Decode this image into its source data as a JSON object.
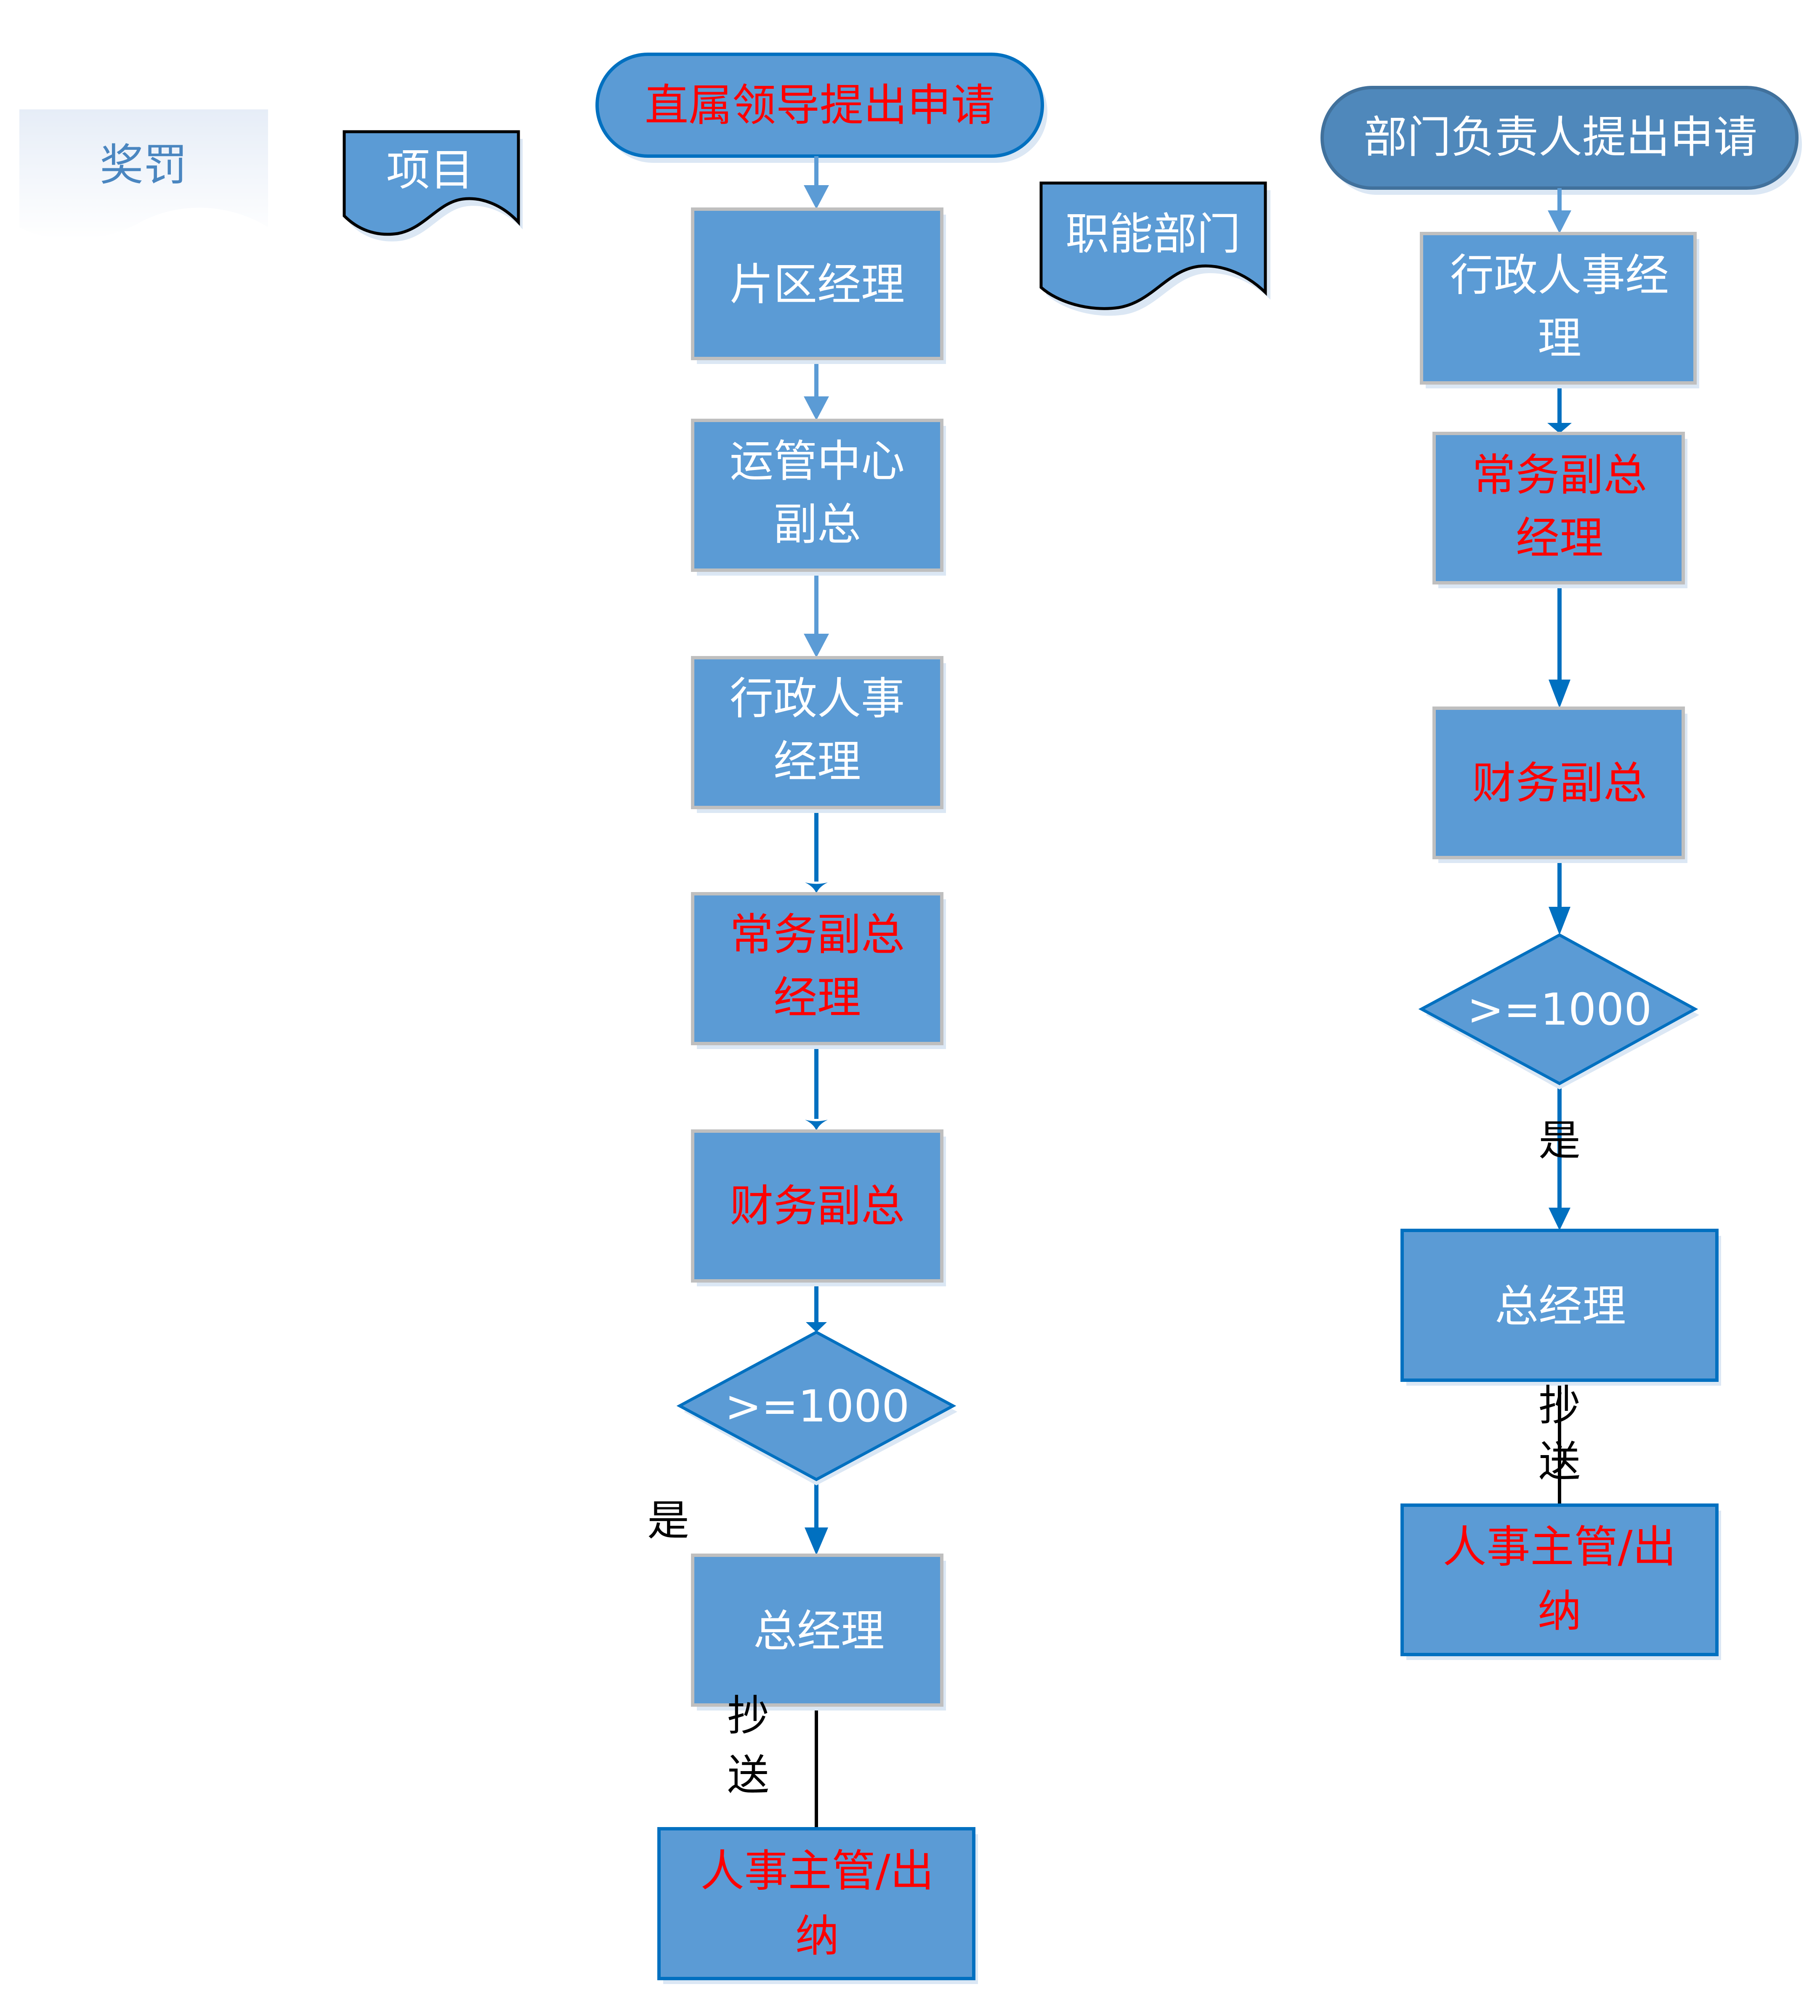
{
  "colors": {
    "node_fill": "#5b9bd5",
    "node_border_gray": "#bfbfbf",
    "node_border_blue": "#0070c0",
    "highlight_text": "#ff0000",
    "normal_text": "#ffffff",
    "title_text": "#4a86c0",
    "edge_label_text": "#000000"
  },
  "header": {
    "title": "奖罚",
    "category_project": "项目",
    "category_functional": "职能部门"
  },
  "flow_project": {
    "start": "直属领导提出申请",
    "steps": [
      {
        "lines": [
          "片区经理"
        ],
        "highlight": false
      },
      {
        "lines": [
          "运管中心",
          "副总"
        ],
        "highlight": false
      },
      {
        "lines": [
          "行政人事",
          "经理"
        ],
        "highlight": false
      },
      {
        "lines": [
          "常务副总",
          "经理"
        ],
        "highlight": true
      },
      {
        "lines": [
          "财务副总"
        ],
        "highlight": true
      }
    ],
    "decision": ">=1000",
    "yes_label": "是",
    "approve": {
      "lines": [
        "总经理"
      ],
      "highlight": false
    },
    "cc_label": [
      "抄",
      "送"
    ],
    "cc_target": {
      "lines": [
        "人事主管/出",
        "纳"
      ],
      "highlight": true
    }
  },
  "flow_functional": {
    "start": "部门负责人提出申请",
    "steps": [
      {
        "lines": [
          "行政人事经",
          "理"
        ],
        "highlight": false
      },
      {
        "lines": [
          "常务副总",
          "经理"
        ],
        "highlight": true
      },
      {
        "lines": [
          "财务副总"
        ],
        "highlight": true
      }
    ],
    "decision": ">=1000",
    "yes_label": "是",
    "approve": {
      "lines": [
        "总经理"
      ],
      "highlight": false
    },
    "cc_label": [
      "抄",
      "送"
    ],
    "cc_target": {
      "lines": [
        "人事主管/出",
        "纳"
      ],
      "highlight": true
    }
  }
}
